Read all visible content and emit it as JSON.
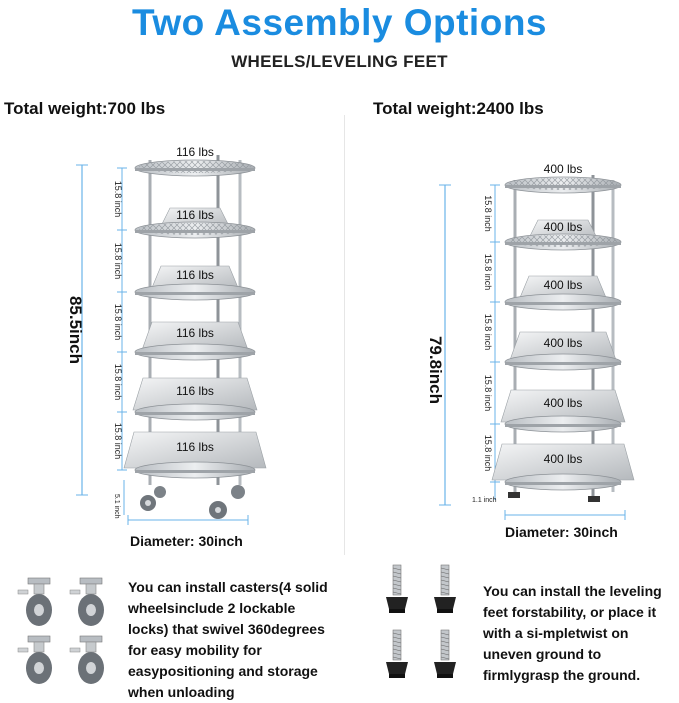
{
  "title": "Two Assembly Options",
  "subtitle": "WHEELS/LEVELING FEET",
  "left": {
    "total_weight": "Total weight:700 lbs",
    "height_label": "85.5inch",
    "shelf_loads": [
      "116 lbs",
      "116 lbs",
      "116 lbs",
      "116 lbs",
      "116 lbs",
      "116 lbs"
    ],
    "spacing_labels": [
      "15.8 inch",
      "15.8 inch",
      "15.8 inch",
      "15.8 inch",
      "15.8 inch"
    ],
    "bottom_gap": "5.1 inch",
    "diameter": "Diameter: 30inch",
    "description": "You can install casters(4 solid wheelsinclude 2 lockable locks) that swivel 360degrees for easy mobility for easypositioning and storage when unloading"
  },
  "right": {
    "total_weight": "Total weight:2400 lbs",
    "height_label": "79.8inch",
    "shelf_loads": [
      "400 lbs",
      "400 lbs",
      "400 lbs",
      "400 lbs",
      "400 lbs",
      "400 lbs"
    ],
    "spacing_labels": [
      "15.8 inch",
      "15.8 inch",
      "15.8 inch",
      "15.8 inch",
      "15.8 inch"
    ],
    "bottom_gap": "1.1 inch",
    "diameter": "Diameter: 30inch",
    "description": "You can install the leveling feet forstability, or place it with a si-mpletwist on uneven ground to firmlygrasp the ground."
  },
  "colors": {
    "accent": "#1a8ce0",
    "dimension_line": "#6ab3e8",
    "steel": "#c9cdd1"
  },
  "icons": [
    "caster-wheel-icon",
    "leveling-foot-icon"
  ]
}
